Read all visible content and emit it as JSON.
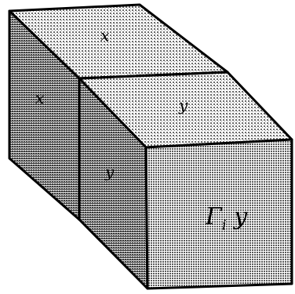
{
  "labels": {
    "top_back": "x",
    "left_back": "x",
    "top_front": "y",
    "left_front": "y",
    "front_face": "Γ",
    "front_face_sub": "i",
    "front_face_tail": " y"
  },
  "colors": {
    "outline": "#000000",
    "stipple_dot": "#3a3a3a",
    "paper": "#ffffff"
  }
}
